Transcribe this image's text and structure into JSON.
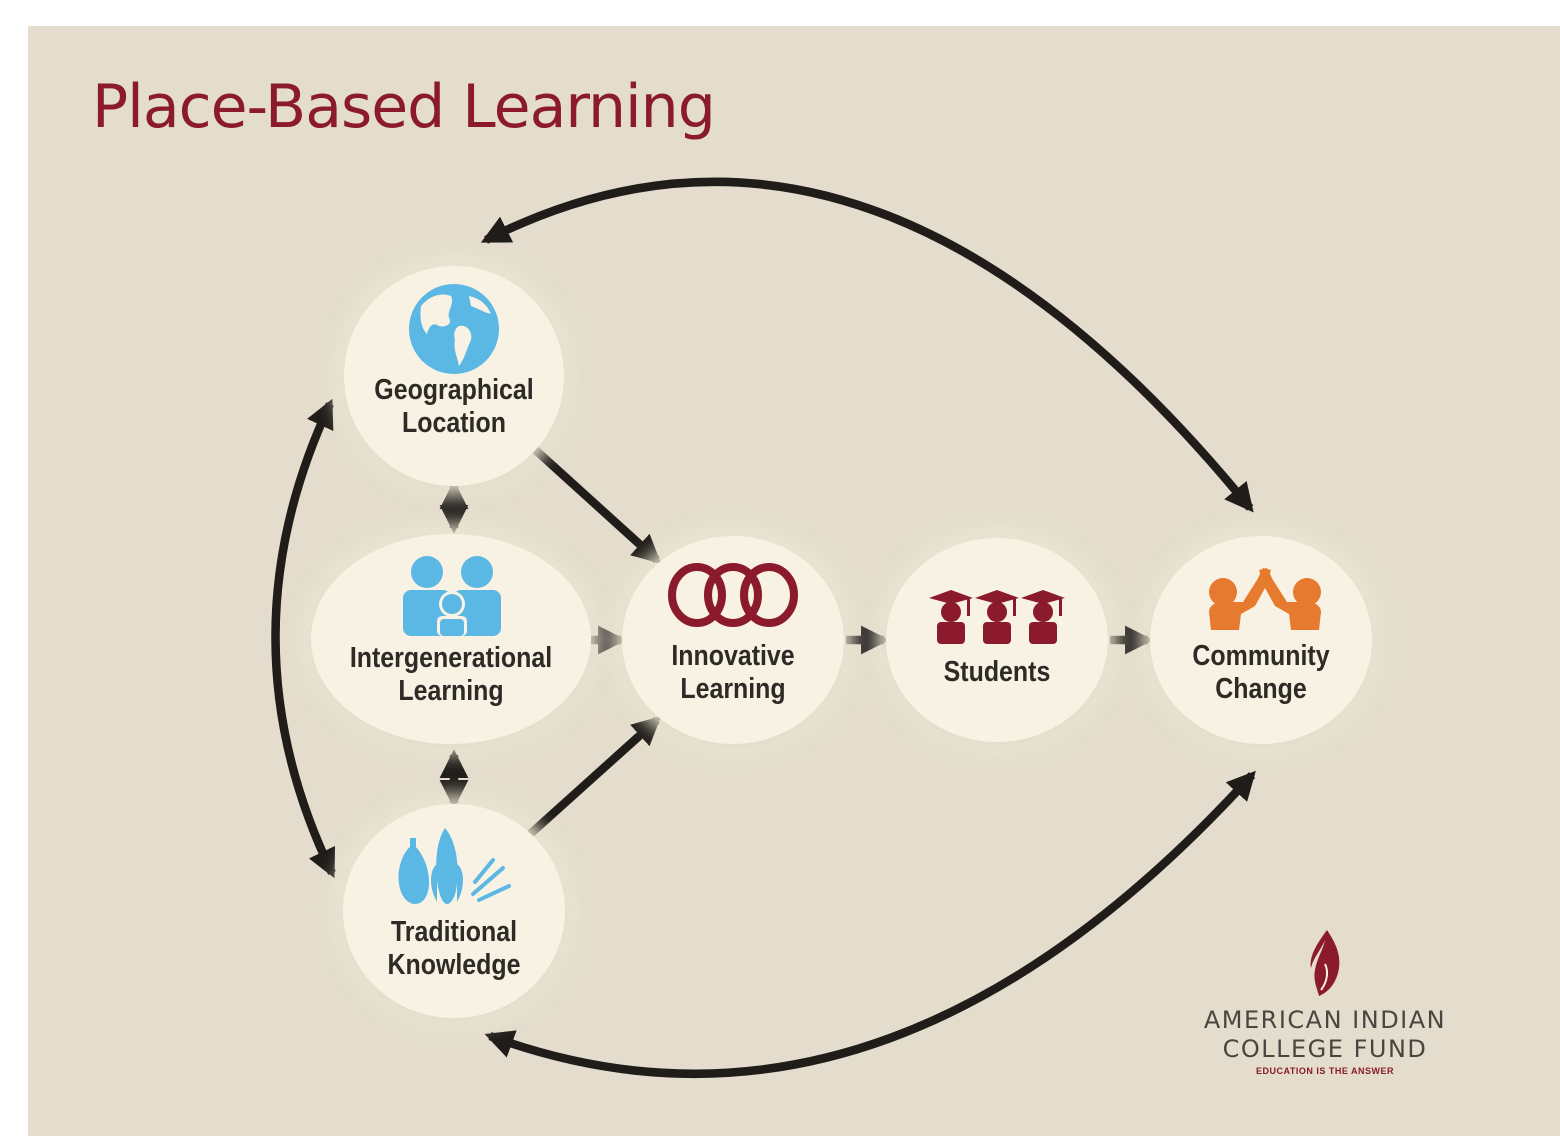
{
  "title": "Place-Based Learning",
  "nodes": {
    "geographical": {
      "line1": "Geographical",
      "line2": "Location",
      "icon": "globe-icon"
    },
    "intergenerational": {
      "line1": "Intergenerational",
      "line2": "Learning",
      "icon": "family-icon"
    },
    "traditional": {
      "line1": "Traditional",
      "line2": "Knowledge",
      "icon": "harvest-icon"
    },
    "innovative": {
      "line1": "Innovative",
      "line2": "Learning",
      "icon": "linked-rings-icon"
    },
    "students": {
      "line1": "Students",
      "icon": "graduates-icon"
    },
    "community": {
      "line1": "Community",
      "line2": "Change",
      "icon": "high-five-icon"
    }
  },
  "logo": {
    "line1": "AMERICAN INDIAN",
    "line2": "COLLEGE FUND",
    "tagline": "EDUCATION IS THE ANSWER",
    "icon": "feather-flame-icon"
  },
  "colors": {
    "background": "#e4ddcd",
    "title": "#8a1a2c",
    "node_fill": "#f7f2e4",
    "arrow": "#1f1c1a",
    "blue_icons": "#5bb7e3",
    "maroon_icons": "#8a1a2c",
    "orange_icons": "#e67a2e"
  }
}
